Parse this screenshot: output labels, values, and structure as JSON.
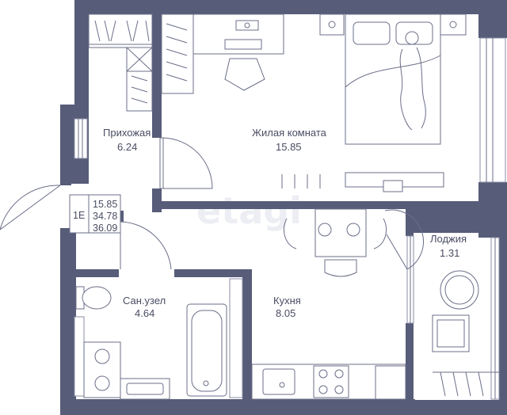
{
  "watermark": "etagi",
  "apartment_type": "1E",
  "totals": {
    "living": "15.85",
    "net": "34.78",
    "gross": "36.09"
  },
  "rooms": [
    {
      "id": "hallway",
      "name": "Прихожая",
      "area": "6.24"
    },
    {
      "id": "living",
      "name": "Жилая комната",
      "area": "15.85"
    },
    {
      "id": "loggia",
      "name": "Лоджия",
      "area": "1.31"
    },
    {
      "id": "bathroom",
      "name": "Сан.узел",
      "area": "4.64"
    },
    {
      "id": "kitchen",
      "name": "Кухня",
      "area": "8.05"
    }
  ],
  "colors": {
    "walls": "#575c78",
    "lines": "#6b6f88",
    "text": "#4a4d63"
  }
}
